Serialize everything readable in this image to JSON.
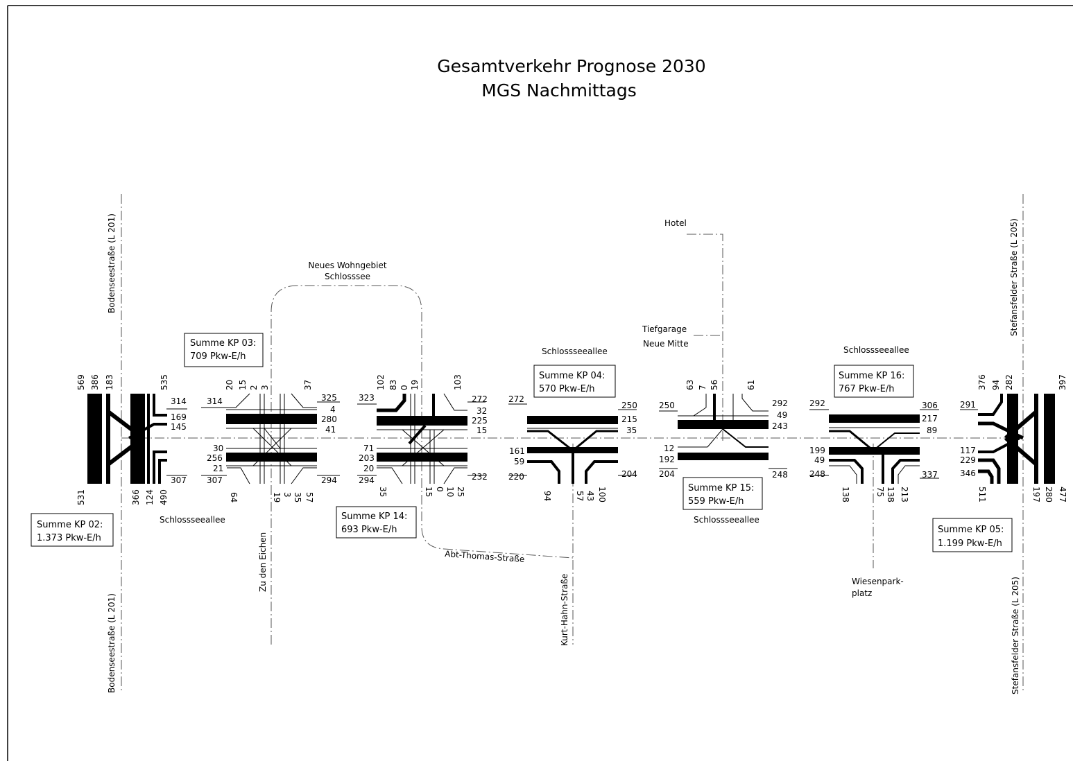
{
  "title": {
    "line1": "Gesamtverkehr Prognose 2030",
    "line2": "MGS Nachmittags"
  },
  "streets": {
    "bodensee_top": "Bodenseestraße (L 201)",
    "bodensee_bottom": "Bodenseestraße (L 201)",
    "stefansfelder_top": "Stefansfelder Straße (L 205)",
    "stefansfelder_bottom": "Stefansfelder Straße (L 205)",
    "schlosssee_kp02": "Schlossseeallee",
    "schlosssee_kp04": "Schlossseeallee",
    "schlosssee_kp15": "Schlossseeallee",
    "schlosssee_kp16": "Schlossseeallee",
    "neues_wohngebiet_1": "Neues Wohngebiet",
    "neues_wohngebiet_2": "Schlosssee",
    "hotel": "Hotel",
    "tiefgarage_1": "Tiefgarage",
    "tiefgarage_2": "Neue Mitte",
    "zu_den_eichen": "Zu den Eichen",
    "abt_thomas": "Abt-Thomas-Straße",
    "kurt_hahn": "Kurt-Hahn-Straße",
    "wiesenpark_1": "Wiesenpark-",
    "wiesenpark_2": "platz"
  },
  "sum_boxes": {
    "kp02": {
      "line1": "Summe KP 02:",
      "line2": "1.373 Pkw-E/h"
    },
    "kp03": {
      "line1": "Summe KP 03:",
      "line2": "709 Pkw-E/h"
    },
    "kp14": {
      "line1": "Summe KP 14:",
      "line2": "693 Pkw-E/h"
    },
    "kp04": {
      "line1": "Summe KP 04:",
      "line2": "570 Pkw-E/h"
    },
    "kp15": {
      "line1": "Summe KP 15:",
      "line2": "559 Pkw-E/h"
    },
    "kp16": {
      "line1": "Summe KP 16:",
      "line2": "767 Pkw-E/h"
    },
    "kp05": {
      "line1": "Summe KP 05:",
      "line2": "1.199 Pkw-E/h"
    }
  },
  "volumes": {
    "kp02": {
      "north_in": [
        "569",
        "386",
        "183"
      ],
      "north_out": "535",
      "south_out": "531",
      "south_in": [
        "366",
        "124",
        "490"
      ],
      "east_in_top": [
        "314",
        "169",
        "145"
      ],
      "east_out": "307"
    },
    "kp03": {
      "north": [
        "20",
        "15",
        "2",
        "3"
      ],
      "north_out": "37",
      "west_in": "314",
      "east_top": [
        "325",
        "4",
        "280",
        "41"
      ],
      "west_bottom": [
        "30",
        "256",
        "21",
        "307"
      ],
      "south": [
        "64",
        "19",
        "3",
        "35",
        "57"
      ],
      "east_out": "294"
    },
    "kp14": {
      "north": [
        "102",
        "83",
        "0",
        "19"
      ],
      "north_out": "103",
      "west_in": "323",
      "east_top": [
        "272",
        "32",
        "225",
        "15"
      ],
      "west_bottom": [
        "71",
        "203",
        "20",
        "294"
      ],
      "south": [
        "35",
        "15",
        "0",
        "10",
        "25"
      ],
      "east_out": "232"
    },
    "kp04": {
      "west_in": "272",
      "east_top": [
        "250",
        "215",
        "35"
      ],
      "west_bottom": [
        "161",
        "59",
        "220"
      ],
      "south": [
        "94",
        "57",
        "43",
        "100"
      ],
      "east_out": "204"
    },
    "kp15": {
      "west_in": "250",
      "north": [
        "63",
        "7",
        "56"
      ],
      "north_out": "61",
      "east_top": [
        "292",
        "49",
        "243"
      ],
      "west_bottom": [
        "12",
        "192",
        "204"
      ],
      "east_out": "248"
    },
    "kp16": {
      "west_in": "292",
      "east_top": [
        "306",
        "217",
        "89"
      ],
      "west_bottom": [
        "199",
        "49",
        "248"
      ],
      "south": [
        "138",
        "75",
        "138",
        "213"
      ],
      "east_out": "337"
    },
    "kp05": {
      "north": [
        "376",
        "94",
        "282"
      ],
      "north_out": "397",
      "west_top": "291",
      "west_bottom": [
        "117",
        "229",
        "346"
      ],
      "south_out": "511",
      "south_in": [
        "197",
        "280",
        "477"
      ]
    }
  }
}
